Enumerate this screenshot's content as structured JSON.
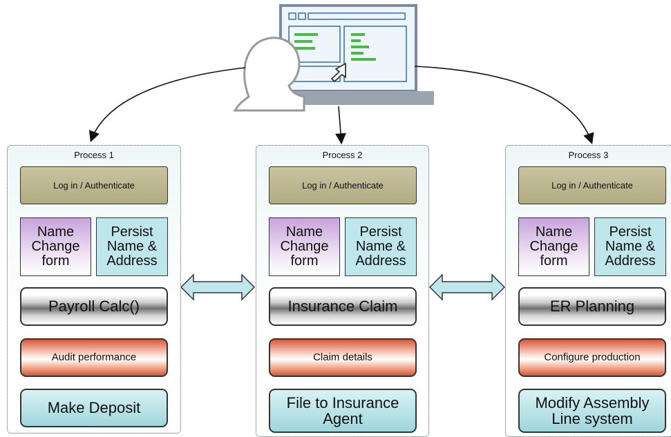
{
  "processes": [
    {
      "title": "Process 1",
      "login": "Log in / Authenticate",
      "name_form": "Name Change form",
      "persist": "Persist Name & Address",
      "calc": "Payroll Calc()",
      "detail": "Audit performance",
      "final": "Make Deposit"
    },
    {
      "title": "Process 2",
      "login": "Log in / Authenticate",
      "name_form": "Name Change form",
      "persist": "Persist Name & Address",
      "calc": "Insurance Claim",
      "detail": "Claim details",
      "final": "File to Insurance Agent"
    },
    {
      "title": "Process 3",
      "login": "Log in / Authenticate",
      "name_form": "Name Change form",
      "persist": "Persist Name & Address",
      "calc": "ER Planning",
      "detail": "Configure production",
      "final": "Modify Assembly Line system"
    }
  ],
  "colors": {
    "login": "#bfb991",
    "name_form": "#c9a3dc",
    "persist": "#bfe6ea",
    "detail": "#e07050",
    "final": "#a8dce1",
    "arrow_fill": "#bfe6ea",
    "accent_green": "#4cb848",
    "accent_blue": "#2d6db5"
  }
}
